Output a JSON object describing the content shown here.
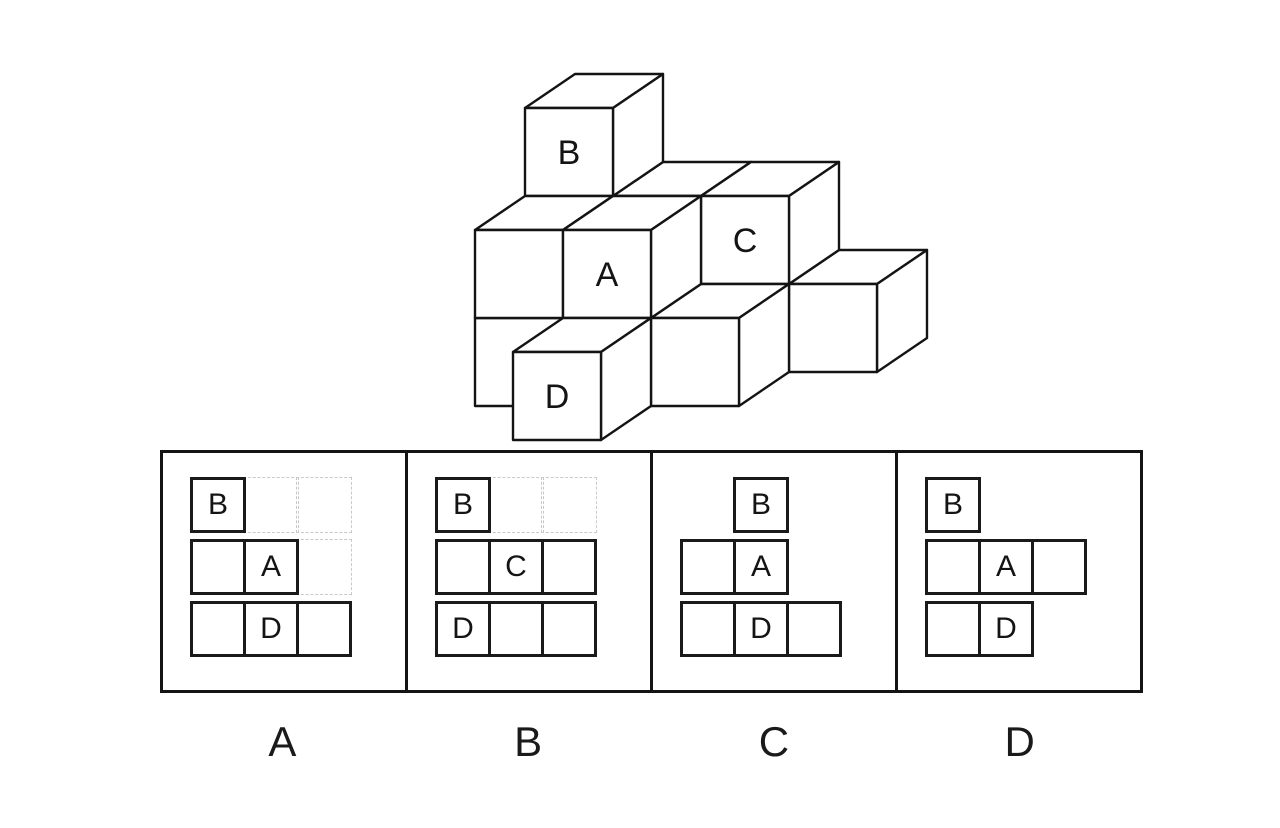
{
  "colors": {
    "ink": "#141414",
    "paper": "#ffffff",
    "ghost_line": "#c9c9c9"
  },
  "cube_figure": {
    "description": "isometric stack of cubes with four labeled cubes",
    "labels_used": [
      "A",
      "B",
      "C",
      "D"
    ],
    "cubes": [
      {
        "c": 0,
        "l": 0,
        "d": 1,
        "label": ""
      },
      {
        "c": 1,
        "l": 0,
        "d": 1,
        "label": ""
      },
      {
        "c": 2,
        "l": 0,
        "d": 1,
        "label": ""
      },
      {
        "c": 3,
        "l": 0,
        "d": 1,
        "label": ""
      },
      {
        "c": 0,
        "l": 1,
        "d": 1,
        "label": ""
      },
      {
        "c": 1,
        "l": 1,
        "d": 1,
        "label": ""
      },
      {
        "c": 2,
        "l": 1,
        "d": 1,
        "label": "C"
      },
      {
        "c": 0,
        "l": 2,
        "d": 1,
        "label": "B"
      },
      {
        "c": 0,
        "l": 0,
        "d": 0,
        "label": ""
      },
      {
        "c": 1,
        "l": 0,
        "d": 0,
        "label": ""
      },
      {
        "c": 2,
        "l": 0,
        "d": 0,
        "label": ""
      },
      {
        "c": 0,
        "l": 1,
        "d": 0,
        "label": ""
      },
      {
        "c": 1,
        "l": 1,
        "d": 0,
        "label": "A"
      },
      {
        "c": 1,
        "l": 0,
        "d": -1,
        "label": "D"
      }
    ]
  },
  "options": [
    {
      "label": "A",
      "cells": [
        {
          "c": 0,
          "r": 0,
          "t": "B"
        },
        {
          "c": 0,
          "r": 1,
          "t": ""
        },
        {
          "c": 1,
          "r": 1,
          "t": "A"
        },
        {
          "c": 0,
          "r": 2,
          "t": ""
        },
        {
          "c": 1,
          "r": 2,
          "t": "D"
        },
        {
          "c": 2,
          "r": 2,
          "t": ""
        }
      ],
      "ghosts": [
        {
          "c": 1,
          "r": 0
        },
        {
          "c": 2,
          "r": 0
        },
        {
          "c": 2,
          "r": 1
        }
      ]
    },
    {
      "label": "B",
      "cells": [
        {
          "c": 0,
          "r": 0,
          "t": "B"
        },
        {
          "c": 0,
          "r": 1,
          "t": ""
        },
        {
          "c": 1,
          "r": 1,
          "t": "C"
        },
        {
          "c": 2,
          "r": 1,
          "t": ""
        },
        {
          "c": 0,
          "r": 2,
          "t": "D"
        },
        {
          "c": 1,
          "r": 2,
          "t": ""
        },
        {
          "c": 2,
          "r": 2,
          "t": ""
        }
      ],
      "ghosts": [
        {
          "c": 1,
          "r": 0
        },
        {
          "c": 2,
          "r": 0
        }
      ]
    },
    {
      "label": "C",
      "cells": [
        {
          "c": 1,
          "r": 0,
          "t": "B"
        },
        {
          "c": 0,
          "r": 1,
          "t": ""
        },
        {
          "c": 1,
          "r": 1,
          "t": "A"
        },
        {
          "c": 0,
          "r": 2,
          "t": ""
        },
        {
          "c": 1,
          "r": 2,
          "t": "D"
        },
        {
          "c": 2,
          "r": 2,
          "t": ""
        }
      ],
      "ghosts": []
    },
    {
      "label": "D",
      "cells": [
        {
          "c": 0,
          "r": 0,
          "t": "B"
        },
        {
          "c": 0,
          "r": 1,
          "t": ""
        },
        {
          "c": 1,
          "r": 1,
          "t": "A"
        },
        {
          "c": 2,
          "r": 1,
          "t": ""
        },
        {
          "c": 0,
          "r": 2,
          "t": ""
        },
        {
          "c": 1,
          "r": 2,
          "t": "D"
        }
      ],
      "ghosts": []
    }
  ]
}
